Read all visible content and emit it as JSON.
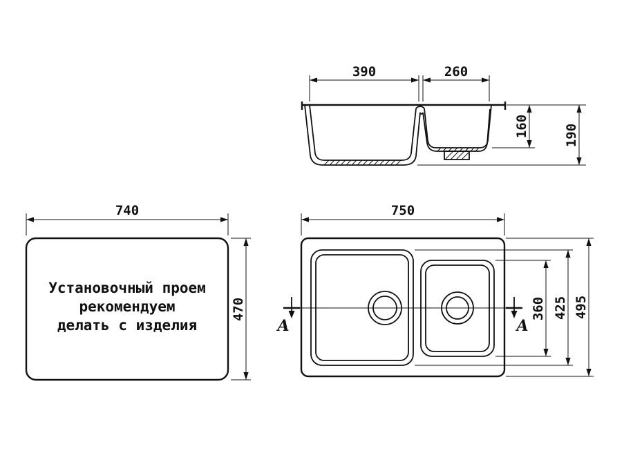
{
  "colors": {
    "background": "#ffffff",
    "line": "#111111"
  },
  "section_view": {
    "left_bowl_width": "390",
    "right_bowl_width": "260",
    "right_bowl_depth": "160",
    "overall_depth": "190"
  },
  "cutout_view": {
    "width": "740",
    "height": "470",
    "note": [
      "Установочный проем",
      "рекомендуем",
      "делать с изделия"
    ]
  },
  "top_view": {
    "width": "750",
    "right_bowl_length": "360",
    "left_bowl_length": "425",
    "overall_length": "495",
    "section_label_left": "A",
    "section_label_right": "A"
  }
}
